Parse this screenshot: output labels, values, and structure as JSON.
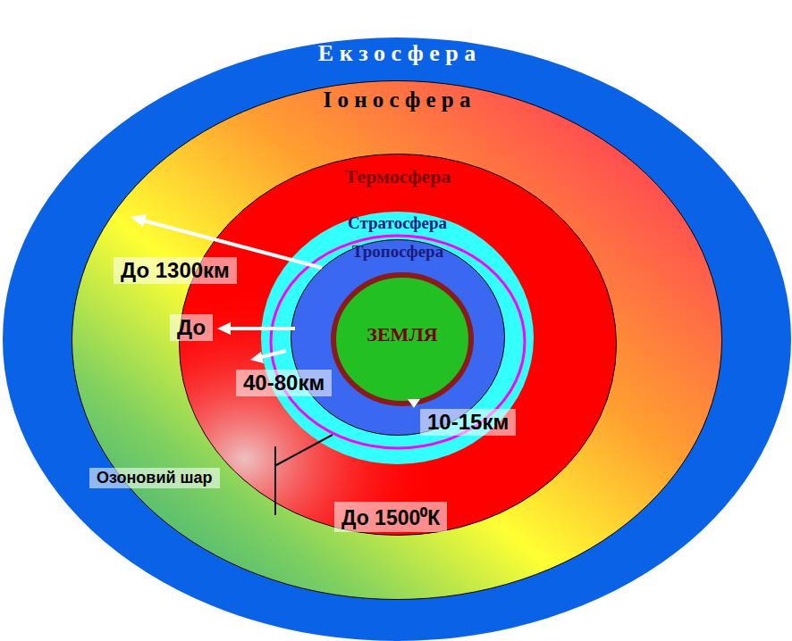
{
  "diagram": {
    "nodes": [
      {
        "text": [
          "Е к з о с ф е р а"
        ]
      },
      {
        "text": [
          "І о н о с ф е р а"
        ],
        "in": 0
      },
      {
        "text": [
          "Термосфера"
        ],
        "in": 1
      },
      {
        "text": [
          "Стратосфера"
        ],
        "in": 2
      },
      {
        "text": [
          "Тропосфера"
        ],
        "in": 3
      },
      {
        "text": [
          "ЗЕМЛЯ"
        ],
        "in": 4
      }
    ],
    "labels": [
      "До 1300км",
      "До",
      "40-80км",
      "10-15км",
      "Озоновий шар",
      "До 1500⁰К"
    ]
  }
}
